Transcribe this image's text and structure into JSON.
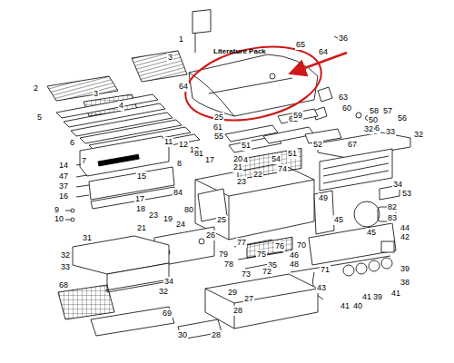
{
  "diagram": {
    "labels": [
      "1",
      "Literature Pack",
      "36",
      "65",
      "64",
      "3",
      "2",
      "3",
      "4",
      "64",
      "63",
      "60",
      "62",
      "58",
      "57",
      "56",
      "50",
      "66",
      "5",
      "25",
      "61",
      "59",
      "55",
      "51",
      "52",
      "67",
      "32",
      "33",
      "32",
      "54",
      "51",
      "54",
      "74",
      "6",
      "11",
      "12",
      "13",
      "7",
      "14",
      "47",
      "15",
      "37",
      "16",
      "8",
      "81",
      "17",
      "20",
      "21",
      "22",
      "23",
      "34",
      "53",
      "84",
      "17",
      "18",
      "80",
      "9",
      "10",
      "23",
      "19",
      "21",
      "24",
      "25",
      "49",
      "82",
      "83",
      "45",
      "26",
      "44",
      "42",
      "45",
      "77",
      "70",
      "76",
      "31",
      "79",
      "75",
      "46",
      "48",
      "71",
      "78",
      "35",
      "32",
      "33",
      "73",
      "72",
      "39",
      "38",
      "43",
      "41",
      "40",
      "41",
      "39",
      "41",
      "34",
      "32",
      "68",
      "27",
      "29",
      "28",
      "69",
      "30",
      "28"
    ]
  }
}
